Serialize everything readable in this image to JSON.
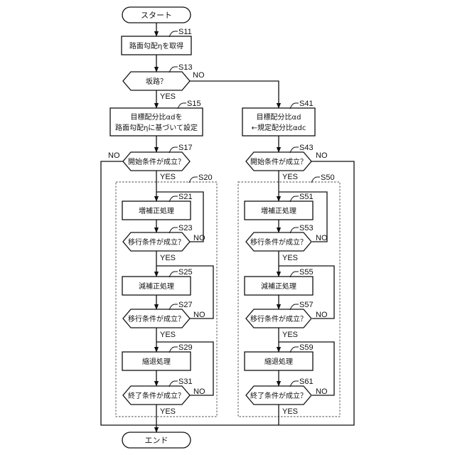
{
  "flowchart": {
    "start": "スタート",
    "end": "エンド",
    "yes": "YES",
    "no": "NO",
    "steps": {
      "s11": {
        "id": "S11",
        "text": "路面勾配ηを取得"
      },
      "s13": {
        "id": "S13",
        "text": "坂路？"
      },
      "s15": {
        "id": "S15",
        "text1": "目標配分比αdを",
        "text2": "路面勾配ηに基づいて設定"
      },
      "s17": {
        "id": "S17",
        "text": "開始条件が成立？"
      },
      "s20": {
        "id": "S20"
      },
      "s21": {
        "id": "S21",
        "text": "増補正処理"
      },
      "s23": {
        "id": "S23",
        "text": "移行条件が成立？"
      },
      "s25": {
        "id": "S25",
        "text": "減補正処理"
      },
      "s27": {
        "id": "S27",
        "text": "移行条件が成立？"
      },
      "s29": {
        "id": "S29",
        "text": "縮退処理"
      },
      "s31": {
        "id": "S31",
        "text": "終了条件が成立？"
      },
      "s41": {
        "id": "S41",
        "text1": "目標配分比αd",
        "text2": "←規定配分比αdc"
      },
      "s43": {
        "id": "S43",
        "text": "開始条件が成立？"
      },
      "s50": {
        "id": "S50"
      },
      "s51": {
        "id": "S51",
        "text": "増補正処理"
      },
      "s53": {
        "id": "S53",
        "text": "移行条件が成立？"
      },
      "s55": {
        "id": "S55",
        "text": "減補正処理"
      },
      "s57": {
        "id": "S57",
        "text": "移行条件が成立？"
      },
      "s59": {
        "id": "S59",
        "text": "縮退処理"
      },
      "s61": {
        "id": "S61",
        "text": "終了条件が成立？"
      }
    }
  }
}
